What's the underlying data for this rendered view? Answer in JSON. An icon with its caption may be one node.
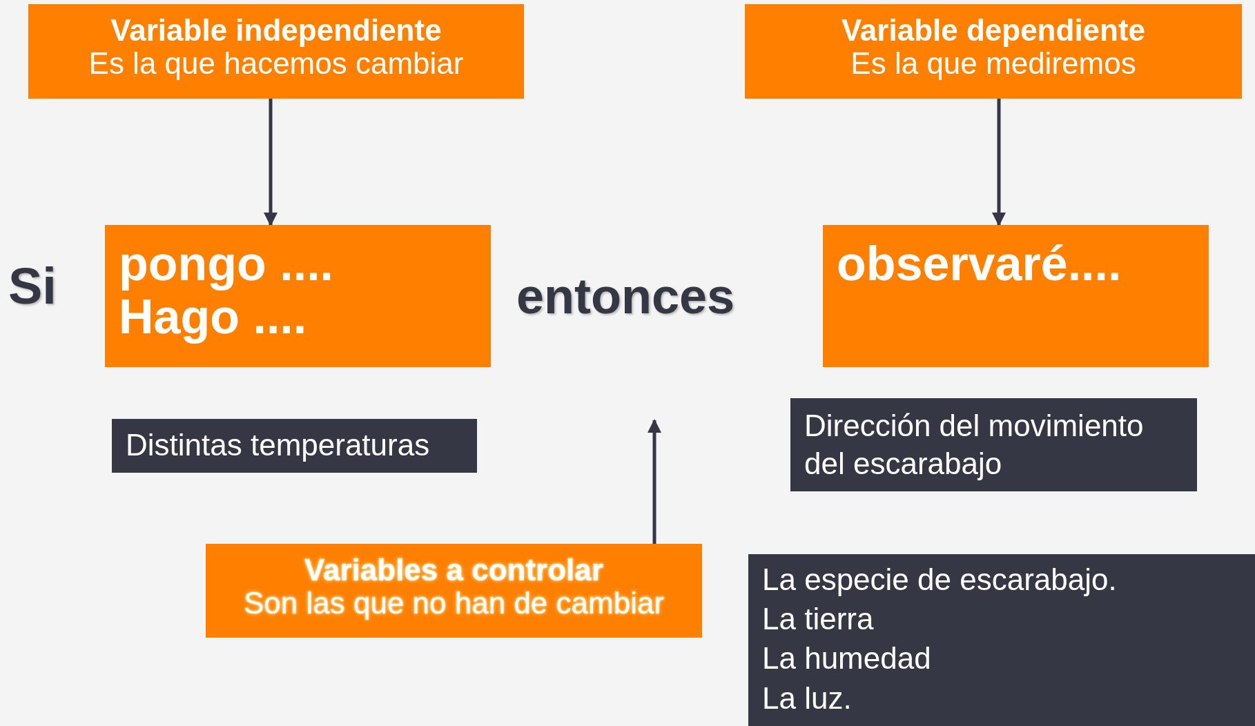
{
  "diagram": {
    "nodes": [
      {
        "text": [
          "Variable independiente",
          "Es la que hacemos cambiar"
        ]
      },
      {
        "text": [
          "Variable dependiente",
          "Es la que mediremos"
        ]
      },
      {
        "text": [
          "pongo ....",
          "Hago ...."
        ]
      },
      {
        "text": [
          "observaré...."
        ]
      },
      {
        "text": [
          "Distintas temperaturas"
        ]
      },
      {
        "text": [
          "Dirección del movimiento del escarabajo"
        ]
      },
      {
        "text": [
          "Variables a controlar",
          "Son las que no han de cambiar"
        ]
      },
      {
        "text": [
          "La especie de escarabajo.",
          "La tierra",
          "La humedad",
          "La luz."
        ]
      }
    ],
    "edges": [
      {
        "from": 0,
        "to": 2,
        "arrow": "to"
      },
      {
        "from": 1,
        "to": 3,
        "arrow": "to"
      },
      {
        "from": 6,
        "to": null,
        "arrow": "to"
      }
    ],
    "labels": [
      "Si",
      "entonces"
    ]
  }
}
